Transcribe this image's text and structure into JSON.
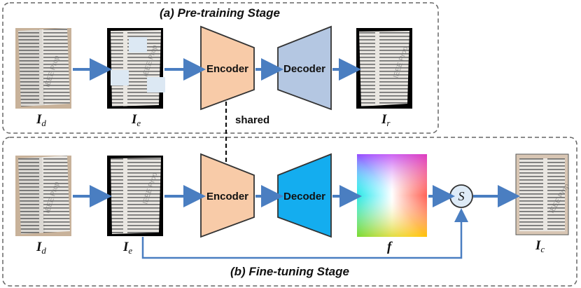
{
  "stages": {
    "pretrain_title": "(a) Pre-training Stage",
    "finetune_title": "(b) Fine-tuning Stage"
  },
  "labels": {
    "encoder_top": "Encoder",
    "decoder_top": "Decoder",
    "encoder_bottom": "Encoder",
    "decoder_bottom": "Decoder",
    "shared": "shared",
    "fusion_symbol": "S"
  },
  "variables": {
    "top_input": {
      "main": "I",
      "sub": "d"
    },
    "top_masked": {
      "main": "I",
      "sub": "e"
    },
    "top_reconstructed": {
      "main": "I",
      "sub": "r"
    },
    "bottom_input": {
      "main": "I",
      "sub": "d"
    },
    "bottom_enhanced": {
      "main": "I",
      "sub": "e"
    },
    "flow": {
      "main": "f",
      "sub": ""
    },
    "corrected": {
      "main": "I",
      "sub": "c"
    }
  },
  "watermark": "IEEE Prop",
  "colors": {
    "encoder_fill": "#f8cba8",
    "decoder_top_fill": "#b4c7e2",
    "decoder_bottom_fill": "#14adef",
    "arrow": "#4a7ec1",
    "mask_patch": "#dce8f3",
    "fusion_fill": "#deebf7"
  }
}
